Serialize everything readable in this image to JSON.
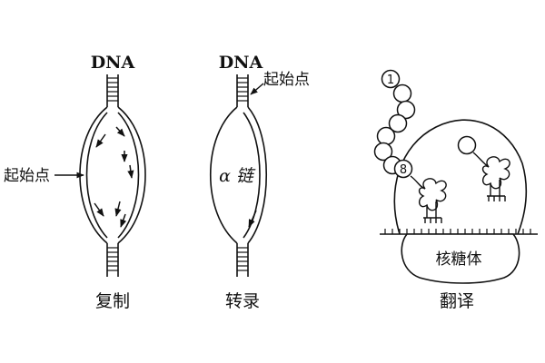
{
  "panels": {
    "replication": {
      "top_label": "DNA",
      "origin_label": "起始点",
      "caption": "复制"
    },
    "transcription": {
      "top_label": "DNA",
      "origin_label": "起始点",
      "chain_label": "α 链",
      "caption": "转录"
    },
    "translation": {
      "first_number": "1",
      "last_number": "8",
      "ribosome_label": "核糖体",
      "caption": "翻译"
    }
  },
  "colors": {
    "ink": "#111111",
    "background": "#ffffff"
  }
}
